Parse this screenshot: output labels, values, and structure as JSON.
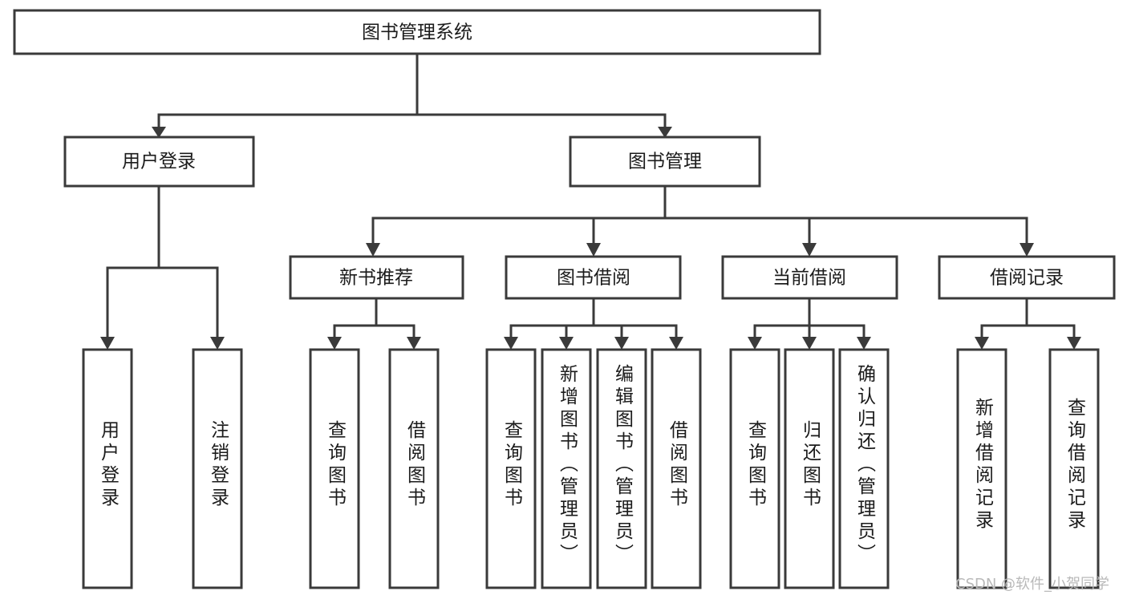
{
  "diagram": {
    "title_node": {
      "label": "图书管理系统"
    },
    "level1": [
      {
        "id": "user-login",
        "label": "用户登录"
      },
      {
        "id": "book-manage",
        "label": "图书管理"
      }
    ],
    "level2": [
      {
        "id": "new-book-recommend",
        "label": "新书推荐",
        "parent": "book-manage"
      },
      {
        "id": "book-borrow",
        "label": "图书借阅",
        "parent": "book-manage"
      },
      {
        "id": "current-borrow",
        "label": "当前借阅",
        "parent": "book-manage"
      },
      {
        "id": "borrow-record",
        "label": "借阅记录",
        "parent": "book-manage"
      }
    ],
    "leaves": [
      {
        "id": "leaf-user-login",
        "label": "用户登录",
        "parent": "user-login"
      },
      {
        "id": "leaf-logout-login",
        "label": "注销登录",
        "parent": "user-login"
      },
      {
        "id": "leaf-query-book-1",
        "label": "查询图书",
        "parent": "new-book-recommend"
      },
      {
        "id": "leaf-borrow-book-1",
        "label": "借阅图书",
        "parent": "new-book-recommend"
      },
      {
        "id": "leaf-query-book-2",
        "label": "查询图书",
        "parent": "book-borrow"
      },
      {
        "id": "leaf-add-book",
        "label": "新增图书（管理员）",
        "parent": "book-borrow"
      },
      {
        "id": "leaf-edit-book",
        "label": "编辑图书（管理员）",
        "parent": "book-borrow"
      },
      {
        "id": "leaf-borrow-book-2",
        "label": "借阅图书",
        "parent": "book-borrow"
      },
      {
        "id": "leaf-query-book-3",
        "label": "查询图书",
        "parent": "current-borrow"
      },
      {
        "id": "leaf-return-book",
        "label": "归还图书",
        "parent": "current-borrow"
      },
      {
        "id": "leaf-confirm-return",
        "label": "确认归还（管理员）",
        "parent": "current-borrow"
      },
      {
        "id": "leaf-add-record",
        "label": "新增借阅记录",
        "parent": "borrow-record"
      },
      {
        "id": "leaf-query-record",
        "label": "查询借阅记录",
        "parent": "borrow-record"
      }
    ],
    "colors": {
      "stroke": "#3a3a3a",
      "fill": "#ffffff",
      "text": "#1b1b1b",
      "watermark": "#b9b9b9"
    }
  },
  "watermark": {
    "text": "CSDN @软件_小贺同学"
  }
}
